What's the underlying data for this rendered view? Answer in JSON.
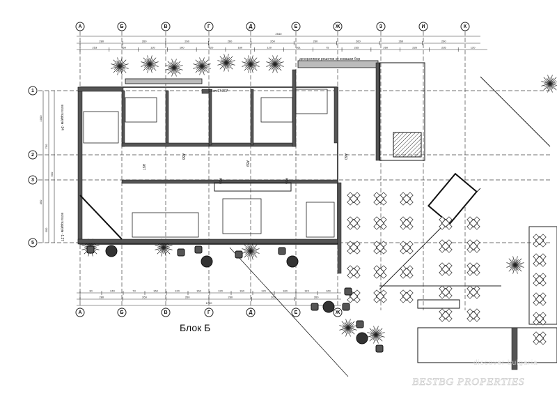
{
  "block_title": "Блок Б",
  "axes_columns_top": [
    "А",
    "Б",
    "В",
    "Г",
    "Д",
    "Е",
    "Ж",
    "З",
    "И",
    "К"
  ],
  "axes_columns_bottom": [
    "А",
    "Б",
    "В",
    "Г",
    "Д",
    "Е",
    "Ж"
  ],
  "axes_rows": [
    "1",
    "2",
    "3",
    "5"
  ],
  "dimensions_top": {
    "total": "2540",
    "row2": [
      "280",
      "260",
      "260",
      "260",
      "260",
      "260",
      "260",
      "260",
      "260"
    ],
    "row3": [
      "253",
      "160",
      "120",
      "160",
      "120",
      "160",
      "120",
      "161",
      "75",
      "235",
      "260",
      "235",
      "235",
      "120"
    ]
  },
  "dimensions_bottom": {
    "row1": [
      "30",
      "240",
      "73",
      "160",
      "120",
      "160",
      "120",
      "160",
      "120",
      "160",
      "115",
      "160"
    ],
    "row2": [
      "280",
      "260",
      "260",
      "260",
      "260",
      "260"
    ],
    "total": "1700"
  },
  "dimensions_left": [
    "1000",
    "750",
    "600",
    "450",
    "300"
  ],
  "annotations": {
    "decorative_grille": "декоративни решетки от ковашки бор",
    "stair_label": "14кл.17.207",
    "level_top": "кота подиум -24",
    "level_bottom": "кота подиум -1.27"
  },
  "room_labels": [
    "А57",
    "А58",
    "А59",
    "А60",
    "А56",
    "А55"
  ],
  "watermark": {
    "line1": "discover bulgaria",
    "line2": "BESTBG PROPERTIES"
  }
}
